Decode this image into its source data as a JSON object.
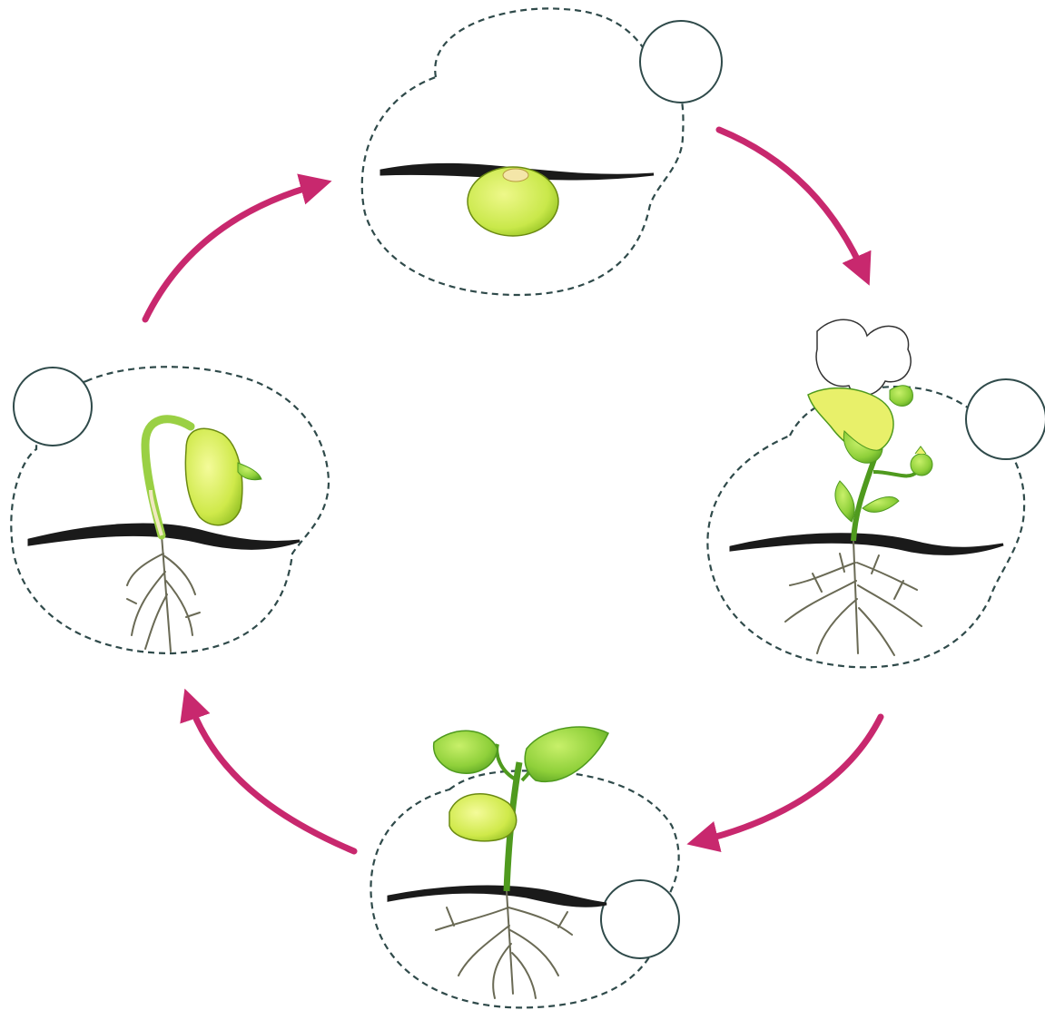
{
  "diagram": {
    "type": "plant-life-cycle",
    "stages": [
      {
        "id": "seed",
        "label": ""
      },
      {
        "id": "flowering-plant",
        "label": ""
      },
      {
        "id": "young-plant",
        "label": ""
      },
      {
        "id": "germination",
        "label": ""
      }
    ],
    "cycle_direction": "clockwise",
    "colors": {
      "arrow": "#c8286e",
      "dashed_outline": "#2f4a4a",
      "soil_line": "#1a1a1a",
      "seed_fill": "#c9e84a",
      "leaf_fill": "#8fd03a",
      "leaf_dark": "#4f9a1e",
      "root": "#6a6a55",
      "flower_white": "#ffffff",
      "flower_yellow": "#e8f06a"
    },
    "icons": [
      "seed-icon",
      "flowering-plant-icon",
      "young-plant-icon",
      "seedling-icon"
    ]
  }
}
